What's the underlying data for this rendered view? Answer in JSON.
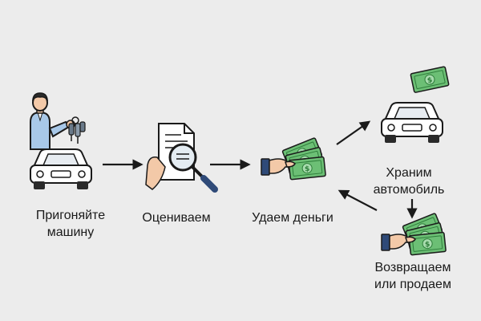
{
  "steps": [
    {
      "id": "deliver",
      "line1": "Пригоняйте",
      "line2": "машину",
      "icon": "person-with-keys-and-car-icon"
    },
    {
      "id": "evaluate",
      "line1": "Оцениваем",
      "icon": "document-magnifier-icon"
    },
    {
      "id": "pay",
      "line1": "Удаем деньги",
      "icon": "hand-with-cash-icon"
    },
    {
      "id": "store",
      "line1": "Храним",
      "line2": "автомобиль",
      "icon": "car-with-cash-icon"
    },
    {
      "id": "return",
      "line1": "Возвращаем",
      "line2": "или продаем",
      "icon": "hand-with-cash-icon"
    }
  ],
  "colors": {
    "background": "#ececec",
    "outline": "#1a1a1a",
    "cash": "#5fb36a",
    "cash_dark": "#2e7d3a",
    "shirt": "#a8c8e8",
    "sleeve": "#2f4a78",
    "skin": "#f3c9a8",
    "car": "#ffffff",
    "paper": "#ffffff"
  }
}
